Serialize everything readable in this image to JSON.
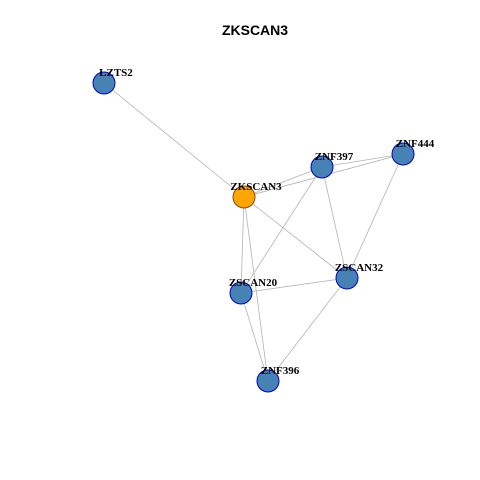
{
  "title": "ZKSCAN3",
  "colors": {
    "node_fill": "#4682B4",
    "node_stroke": "#0000CD",
    "focus_fill": "#FFA500",
    "focus_stroke": "#8B4513",
    "edge": "#B3B3B3"
  },
  "nodes": [
    {
      "id": "LZTS2",
      "label": "LZTS2",
      "focus": false
    },
    {
      "id": "ZKSCAN3",
      "label": "ZKSCAN3",
      "focus": true
    },
    {
      "id": "ZNF397",
      "label": "ZNF397",
      "focus": false
    },
    {
      "id": "ZNF444",
      "label": "ZNF444",
      "focus": false
    },
    {
      "id": "ZSCAN20",
      "label": "ZSCAN20",
      "focus": false
    },
    {
      "id": "ZSCAN32",
      "label": "ZSCAN32",
      "focus": false
    },
    {
      "id": "ZNF396",
      "label": "ZNF396",
      "focus": false
    }
  ],
  "edges": [
    [
      "LZTS2",
      "ZKSCAN3"
    ],
    [
      "ZKSCAN3",
      "ZNF397"
    ],
    [
      "ZKSCAN3",
      "ZNF444"
    ],
    [
      "ZKSCAN3",
      "ZSCAN20"
    ],
    [
      "ZKSCAN3",
      "ZSCAN32"
    ],
    [
      "ZKSCAN3",
      "ZNF396"
    ],
    [
      "ZNF397",
      "ZNF444"
    ],
    [
      "ZNF397",
      "ZSCAN20"
    ],
    [
      "ZNF397",
      "ZSCAN32"
    ],
    [
      "ZNF444",
      "ZSCAN32"
    ],
    [
      "ZSCAN20",
      "ZSCAN32"
    ],
    [
      "ZSCAN20",
      "ZNF396"
    ],
    [
      "ZSCAN32",
      "ZNF396"
    ]
  ]
}
